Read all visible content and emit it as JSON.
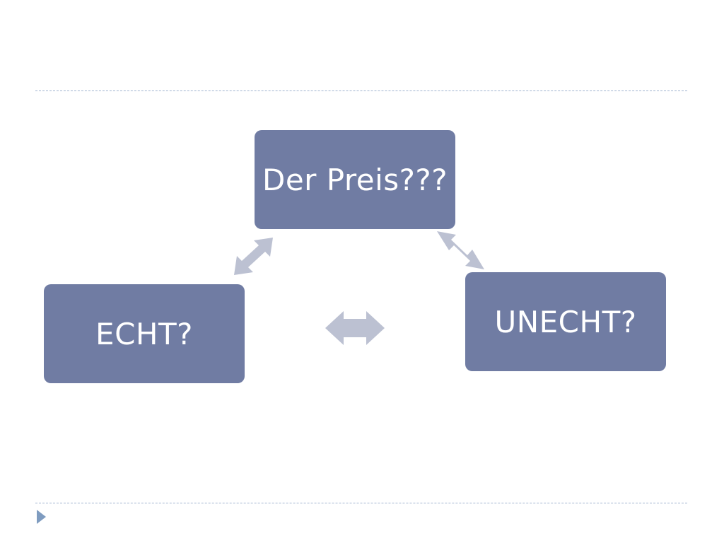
{
  "diagram": {
    "nodes": {
      "top": "Der Preis???",
      "left": "ECHT?",
      "right": "UNECHT?"
    },
    "colors": {
      "node_fill": "#707ca3",
      "node_text": "#ffffff",
      "arrow_fill": "#bcc1d2",
      "rule": "#9fb3cf",
      "bullet": "#7f9cc0"
    }
  }
}
